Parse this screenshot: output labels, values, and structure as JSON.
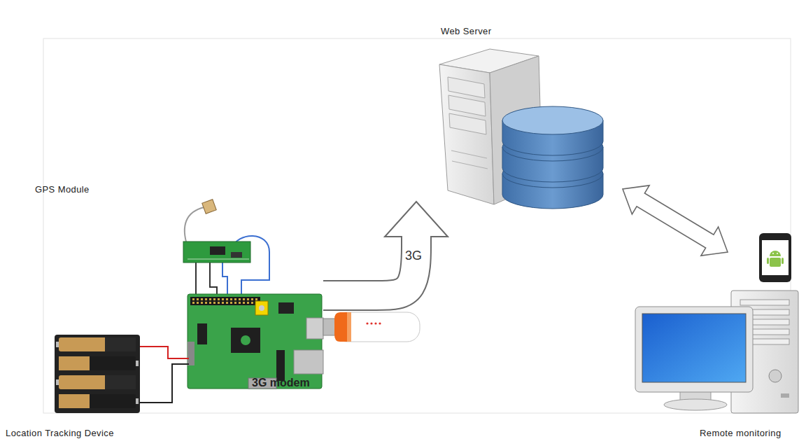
{
  "diagram": {
    "nodes": [
      {
        "text": [
          "Web Server"
        ]
      },
      {
        "text": [
          "Location Tracking Device"
        ]
      },
      {
        "text": [
          "Remote monitoring"
        ]
      }
    ],
    "edges": [
      {
        "from": 1,
        "to": 0,
        "arrow": "to",
        "label": "3G"
      },
      {
        "from": 0,
        "to": 2,
        "arrow": "both"
      }
    ],
    "labels": [
      "GPS Module",
      "3G modem"
    ]
  }
}
